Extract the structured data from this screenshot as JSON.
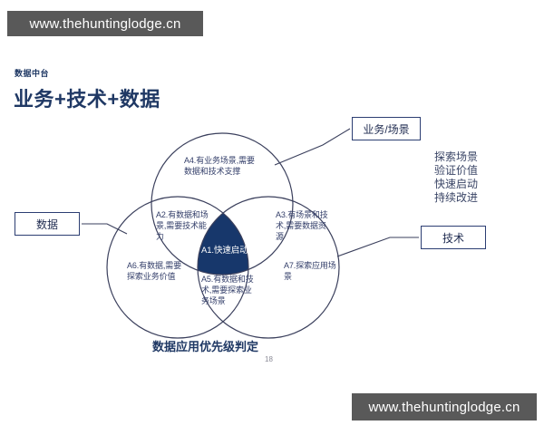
{
  "watermarks": {
    "top": "www.thehuntinglodge.cn",
    "bottom": "www.thehuntinglodge.cn"
  },
  "header": {
    "kicker": "数据中台",
    "title": "业务+技术+数据"
  },
  "callouts": {
    "business": "业务/场景",
    "data": "数据",
    "tech": "技术"
  },
  "keywords": [
    "探索场景",
    "验证价值",
    "快速启动",
    "持续改进"
  ],
  "venn": {
    "caption": "数据应用优先级判定",
    "page_number": "18",
    "regions": [
      {
        "id": "A4",
        "text": "A4.有业务场景,需要数据和技术支撑"
      },
      {
        "id": "A2",
        "text": "A2.有数据和场景,需要技术能力"
      },
      {
        "id": "A3",
        "text": "A3.有场景和技术,需要数据资源"
      },
      {
        "id": "A1",
        "text": "A1.快速启动"
      },
      {
        "id": "A6",
        "text": "A6.有数据,需要探索业务价值"
      },
      {
        "id": "A5",
        "text": "A5.有数据和技术,需要探索业务场景"
      },
      {
        "id": "A7",
        "text": "A7.探索应用场景"
      }
    ]
  },
  "colors": {
    "watermark_bg": "#595959",
    "title_blue": "#1F3864",
    "center_navy": "#17376B",
    "circle_stroke": "#3A3F5C",
    "box_border": "#2C3E72"
  }
}
